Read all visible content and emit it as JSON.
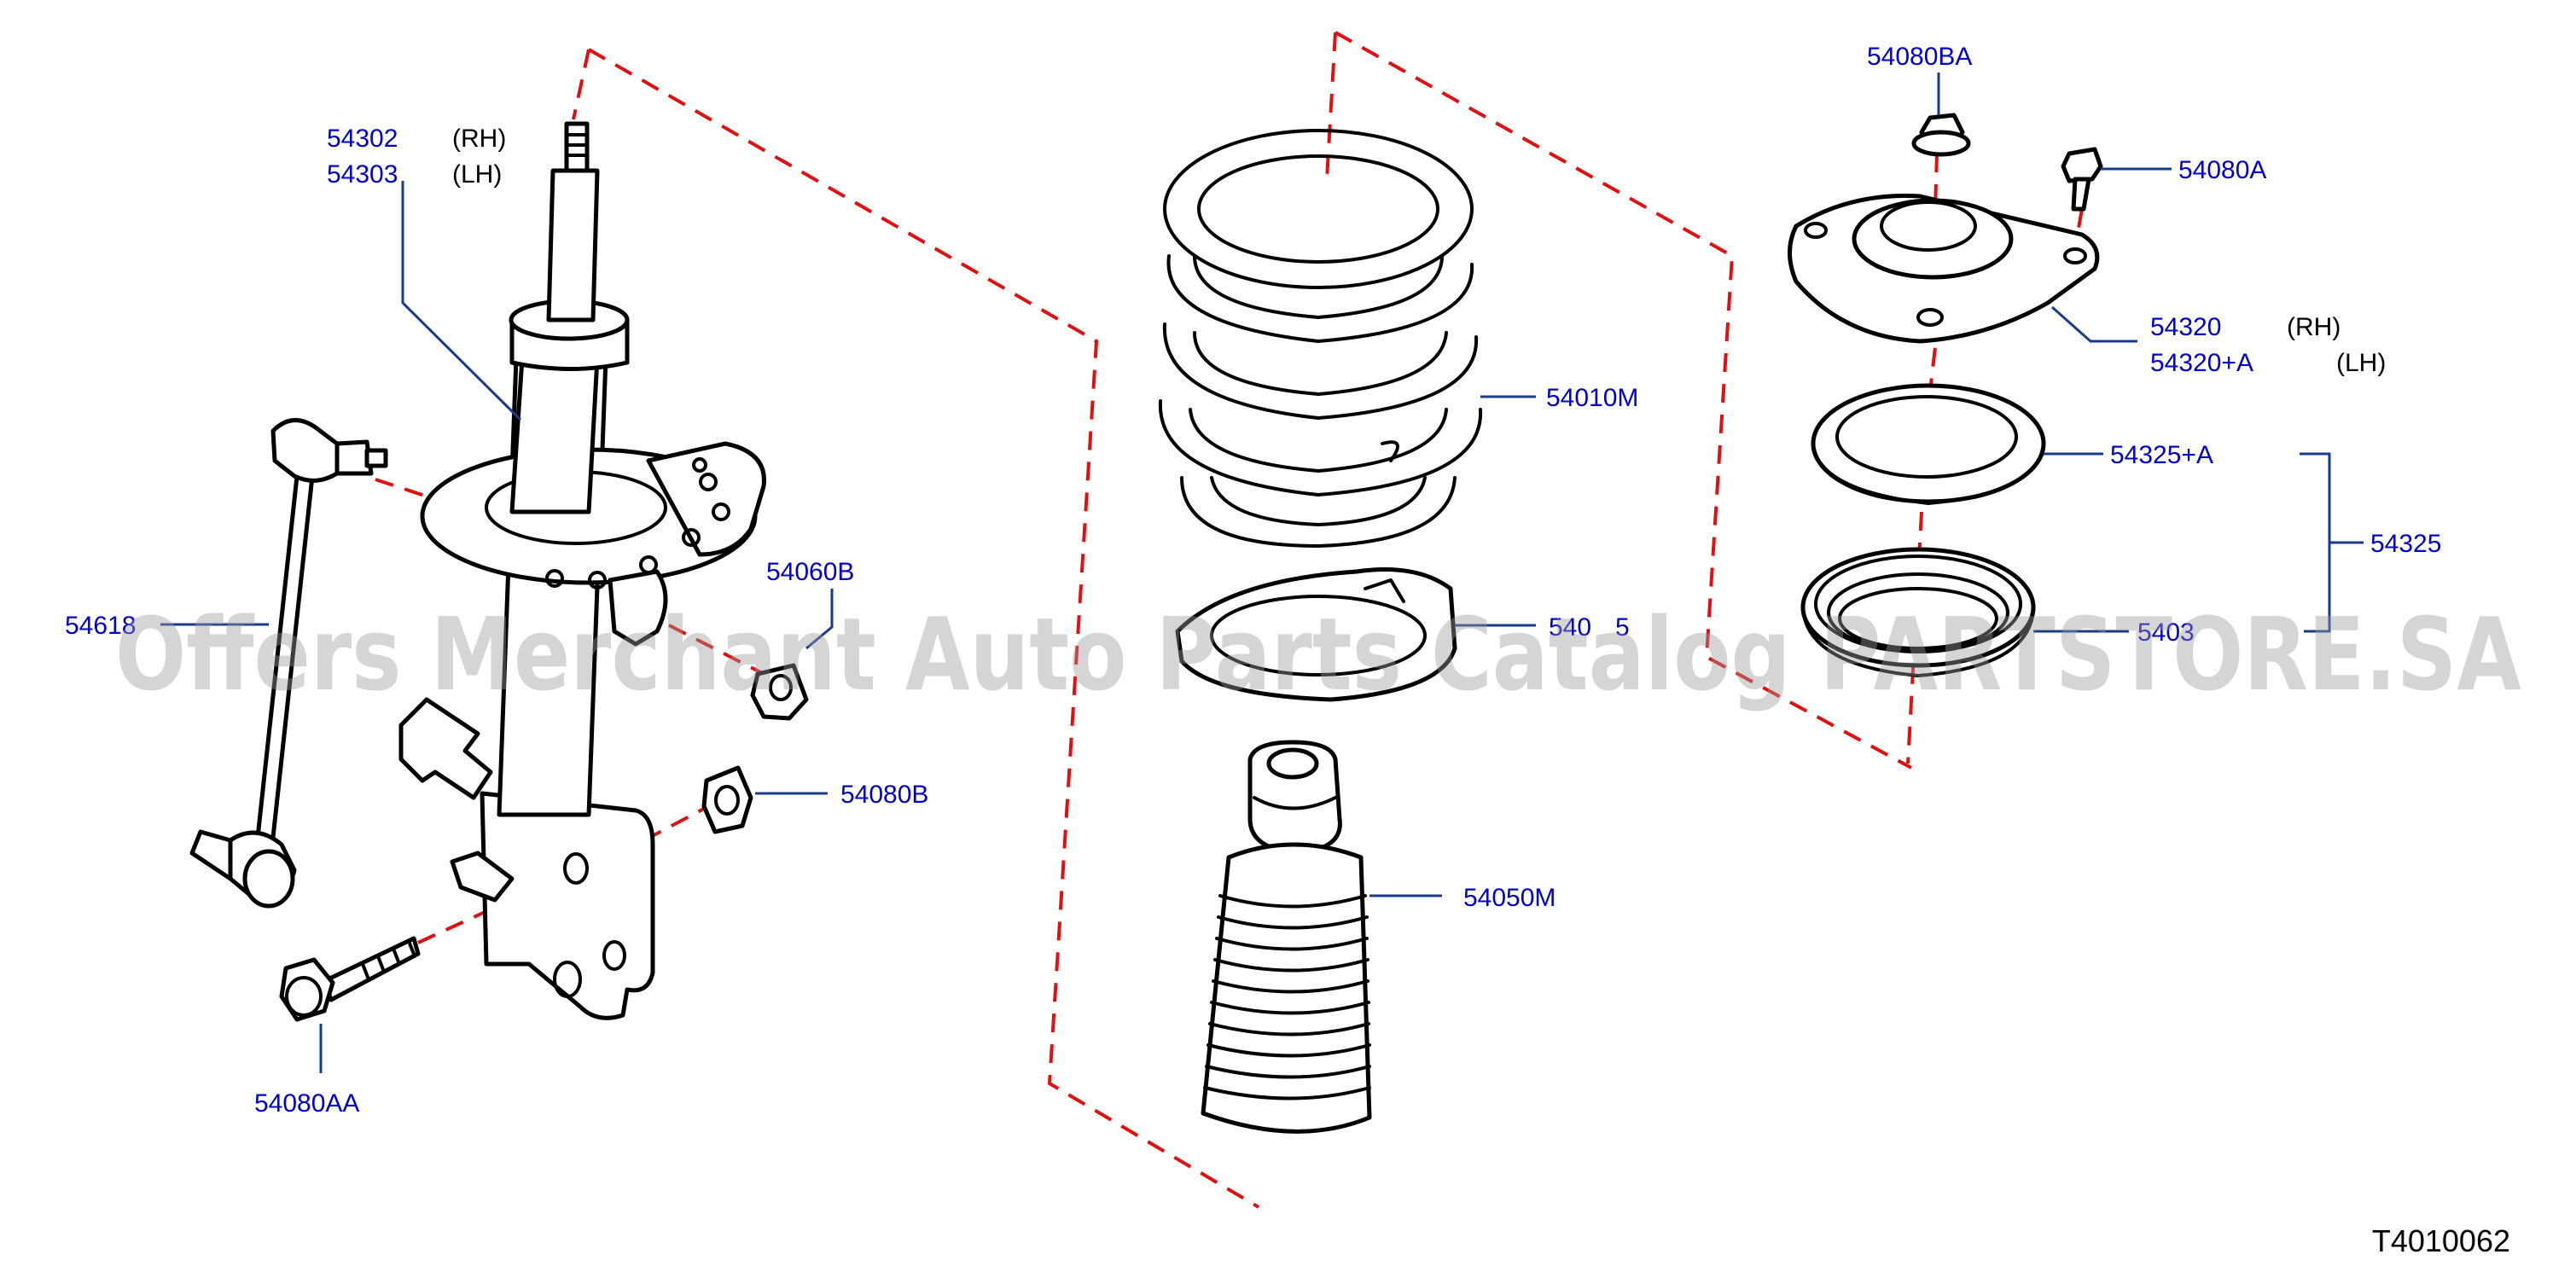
{
  "diagram": {
    "id_label": "T4010062",
    "watermark": "Offers Merchant Auto Parts Catalog PARTSTORE.SA",
    "colors": {
      "callout_text": "#0000cc",
      "leader_line": "#1a3a8c",
      "dashed_line": "#e01010",
      "parts": "#000000"
    }
  },
  "callouts": {
    "strut_rh": "54302",
    "strut_rh_side": "(RH)",
    "strut_lh": "54303",
    "strut_lh_side": "(LH)",
    "stabilizer_link": "54618",
    "nut_54060b": "54060B",
    "nut_54080b": "54080B",
    "bolt_54080aa": "54080AA",
    "coil_spring": "54010M",
    "spring_seat": "540",
    "spring_seat_tail": "5",
    "bump_boot": "54050M",
    "nut_54080ba": "54080BA",
    "bolt_54080a": "54080A",
    "mount_rh": "54320",
    "mount_rh_side": "(RH)",
    "mount_lh": "54320+A",
    "mount_lh_side": "(LH)",
    "bearing_seat": "54325+A",
    "bearing_assy": "54325",
    "bearing": "5403"
  }
}
